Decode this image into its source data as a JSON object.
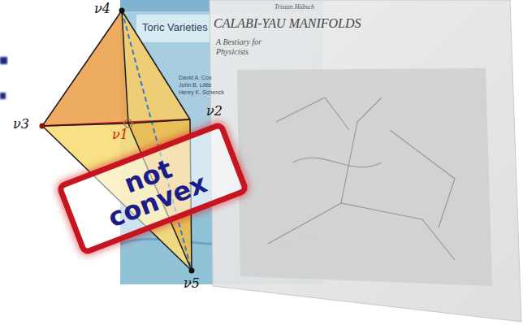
{
  "diagram": {
    "nodes": [
      {
        "text": [
          "not convex"
        ]
      }
    ],
    "labels": [
      "ν4",
      "ν3",
      "ν2",
      "ν1",
      "ν5",
      "Toric Varieties",
      "David A. Cox",
      "John B. Little",
      "Henry K. Schenck",
      "Tristan Hübsch",
      "CALABI-YAU MANIFOLDS",
      "A Bestiary for Physicists"
    ]
  }
}
